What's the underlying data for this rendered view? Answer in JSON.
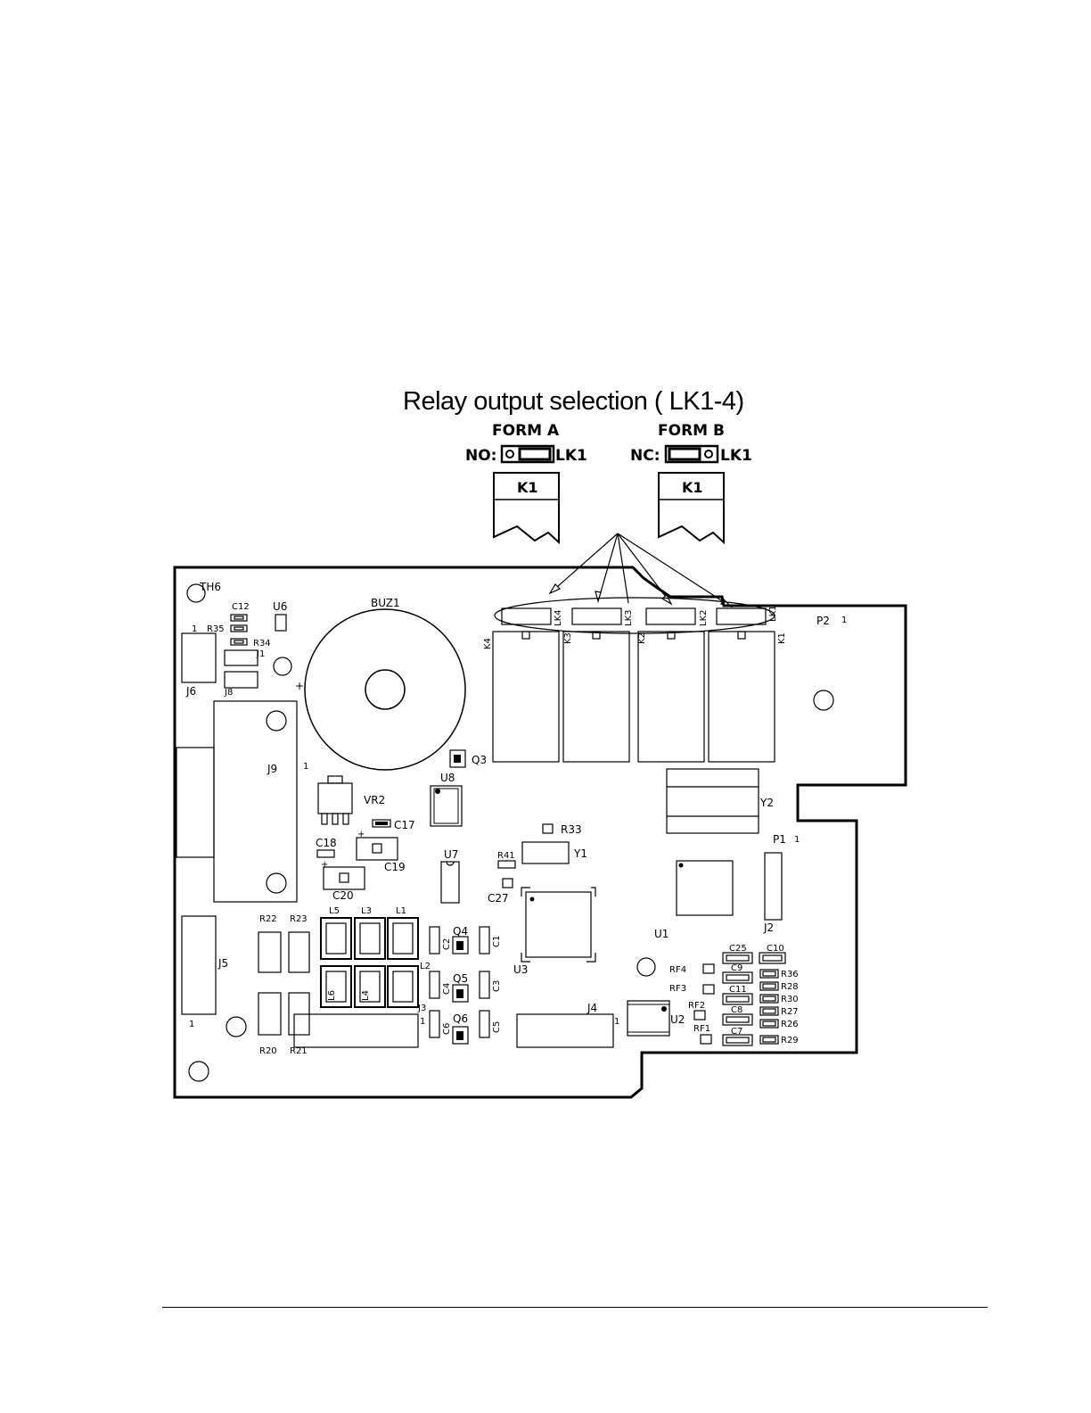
{
  "diagram": {
    "title": "Relay output selection ( LK1-4)",
    "form_a": {
      "heading": "FORM A",
      "prefix": "NO:",
      "link": "LK1",
      "relay": "K1"
    },
    "form_b": {
      "heading": "FORM B",
      "prefix": "NC:",
      "link": "LK1",
      "relay": "K1"
    },
    "relay_links": [
      {
        "name": "LK4",
        "relay": "K4"
      },
      {
        "name": "LK3",
        "relay": "K3"
      },
      {
        "name": "LK2",
        "relay": "K2"
      },
      {
        "name": "LK1",
        "relay": "K1"
      }
    ],
    "components": {
      "TH6": "TH6",
      "C12": "C12",
      "U6": "U6",
      "R35": "R35",
      "R34": "R34",
      "pin1": "1",
      "J1": "J1",
      "J6": "J6",
      "J8": "J8",
      "BUZ1": "BUZ1",
      "plus": "+",
      "J9": "J9",
      "VR2": "VR2",
      "C17": "C17",
      "C18": "C18",
      "C19": "C19",
      "C20": "C20",
      "Q3": "Q3",
      "U8": "U8",
      "U7": "U7",
      "R41": "R41",
      "R33": "R33",
      "Y1": "Y1",
      "C27": "C27",
      "U3": "U3",
      "U1": "U1",
      "Y2": "Y2",
      "P1": "P1",
      "P2": "P2",
      "J2": "J2",
      "J5": "J5",
      "R22": "R22",
      "R23": "R23",
      "R20": "R20",
      "R21": "R21",
      "L5": "L5",
      "L3": "L3",
      "L1": "L1",
      "L6": "L6",
      "L4": "L4",
      "L2": "L2",
      "J3": "J3",
      "C2": "C2",
      "C1": "C1",
      "C4": "C4",
      "C3": "C3",
      "C6": "C6",
      "C5": "C5",
      "Q4": "Q4",
      "Q5": "Q5",
      "Q6": "Q6",
      "J4": "J4",
      "U2": "U2",
      "RF4": "RF4",
      "RF3": "RF3",
      "RF2": "RF2",
      "RF1": "RF1",
      "C25": "C25",
      "C10": "C10",
      "C9": "C9",
      "C11": "C11",
      "C8": "C8",
      "C7": "C7",
      "R36": "R36",
      "R28": "R28",
      "R30": "R30",
      "R27": "R27",
      "R26": "R26",
      "R29": "R29"
    }
  }
}
